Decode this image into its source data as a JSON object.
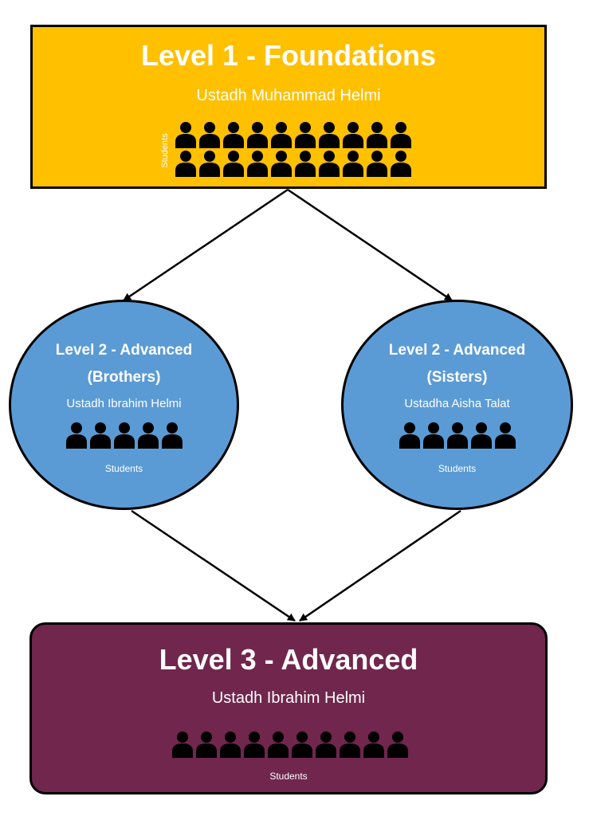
{
  "colors": {
    "level1_fill": "#FFC000",
    "level2_fill": "#5B9BD5",
    "level3_fill": "#70264D",
    "outline": "#000000",
    "text": "#FFFFFF"
  },
  "level1": {
    "title": "Level 1 - Foundations",
    "teacher": "Ustadh Muhammad Helmi",
    "students_label": "Students",
    "student_icon_count": 20
  },
  "level2_brothers": {
    "title_line1": "Level 2 - Advanced",
    "title_line2": "(Brothers)",
    "teacher": "Ustadh Ibrahim Helmi",
    "students_label": "Students",
    "student_icon_count": 5
  },
  "level2_sisters": {
    "title_line1": "Level 2 - Advanced",
    "title_line2": "(Sisters)",
    "teacher": "Ustadha Aisha Talat",
    "students_label": "Students",
    "student_icon_count": 5
  },
  "level3": {
    "title": "Level 3 - Advanced",
    "teacher": "Ustadh Ibrahim Helmi",
    "students_label": "Students",
    "student_icon_count": 10
  },
  "icons": {
    "student": "person-icon",
    "connector": "arrow-icon"
  }
}
